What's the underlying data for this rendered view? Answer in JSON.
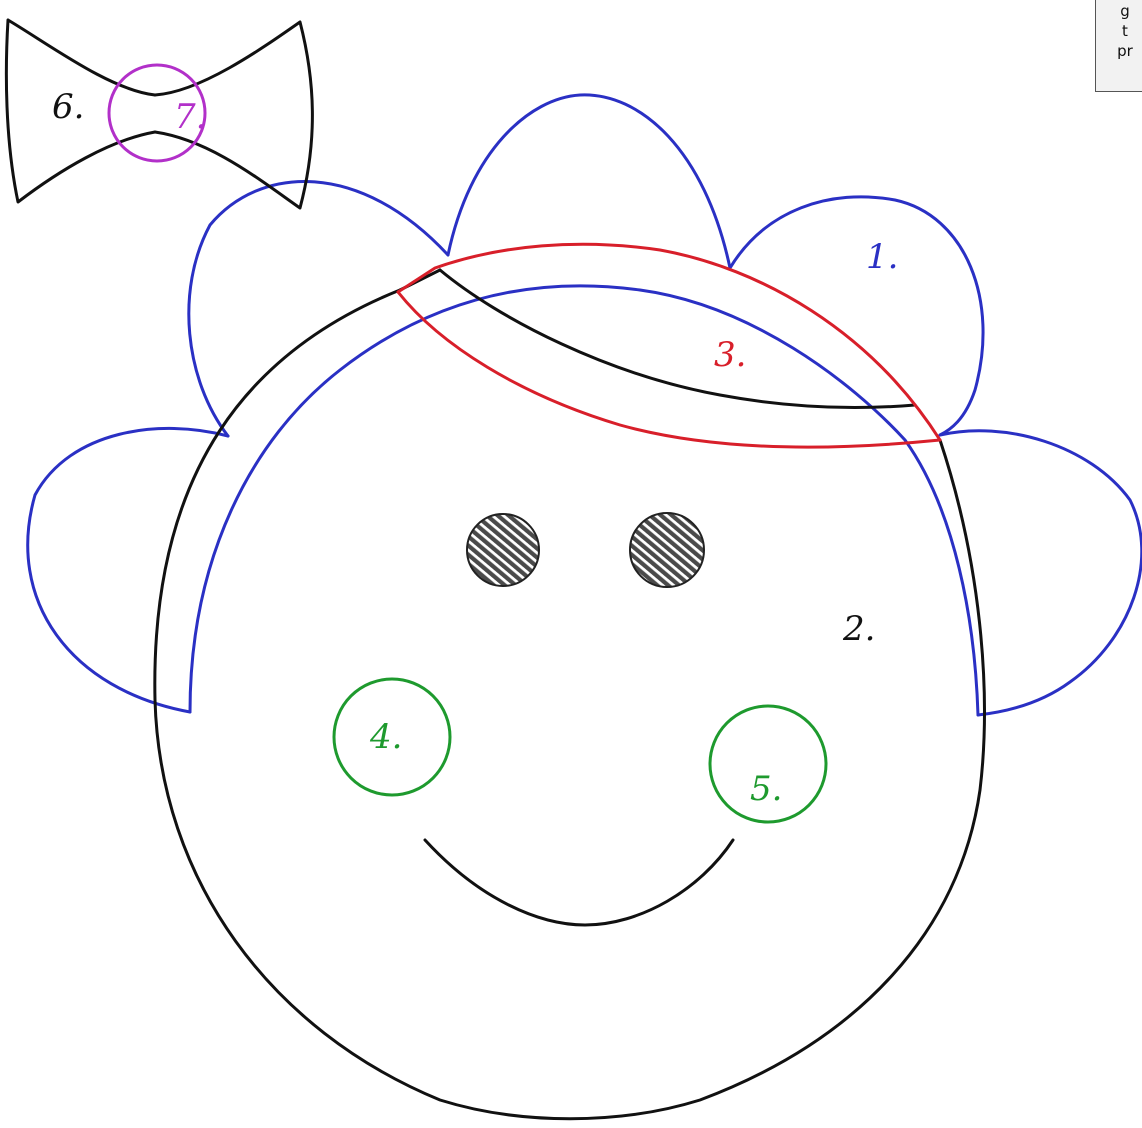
{
  "colors": {
    "outline": "#111111",
    "hair": "#2a30c4",
    "headband": "#d81f2a",
    "cheeks": "#1e9a2e",
    "bow_knot": "#b230c9",
    "eyes_fill": "#4a4a4a"
  },
  "corner_note": [
    "g",
    "t",
    "pr"
  ],
  "labels": {
    "hair": "1.",
    "face": "2.",
    "headband": "3.",
    "left_cheek": "4.",
    "right_cheek": "5.",
    "bow": "6.",
    "bow_knot": "7."
  }
}
